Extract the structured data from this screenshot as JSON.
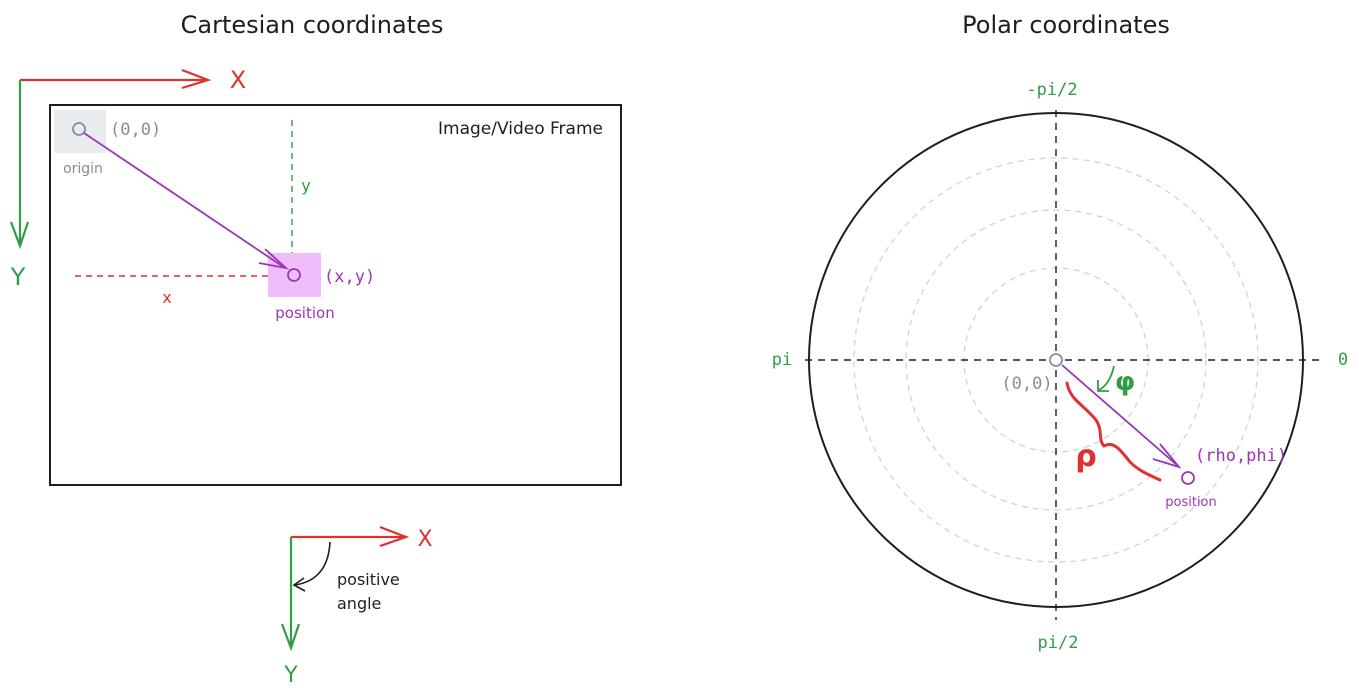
{
  "colors": {
    "red": "#e03131",
    "green": "#2f9e44",
    "purple": "#9c36b5",
    "gray": "#868e96",
    "dark": "#1e1e1e",
    "origin_fill": "#e9ecef",
    "position_fill": "#eebefa",
    "grid": "#ced4da"
  },
  "cartesian": {
    "title": "Cartesian coordinates",
    "axis_x": "X",
    "axis_y": "Y",
    "frame_label": "Image/Video Frame",
    "origin_coord": "(0,0)",
    "origin_label": "origin",
    "position_coord": "(x,y)",
    "position_label": "position",
    "x_label": "x",
    "y_label": "y",
    "angle_axis_x": "X",
    "angle_axis_y": "Y",
    "angle_label_1": "positive",
    "angle_label_2": "angle"
  },
  "polar": {
    "title": "Polar coordinates",
    "top": "-pi/2",
    "bottom": "pi/2",
    "left": "pi",
    "right": "0",
    "origin_coord": "(0,0)",
    "position_coord": "(rho,phi)",
    "position_label": "position",
    "phi_symbol": "φ",
    "rho_symbol": "ρ"
  }
}
